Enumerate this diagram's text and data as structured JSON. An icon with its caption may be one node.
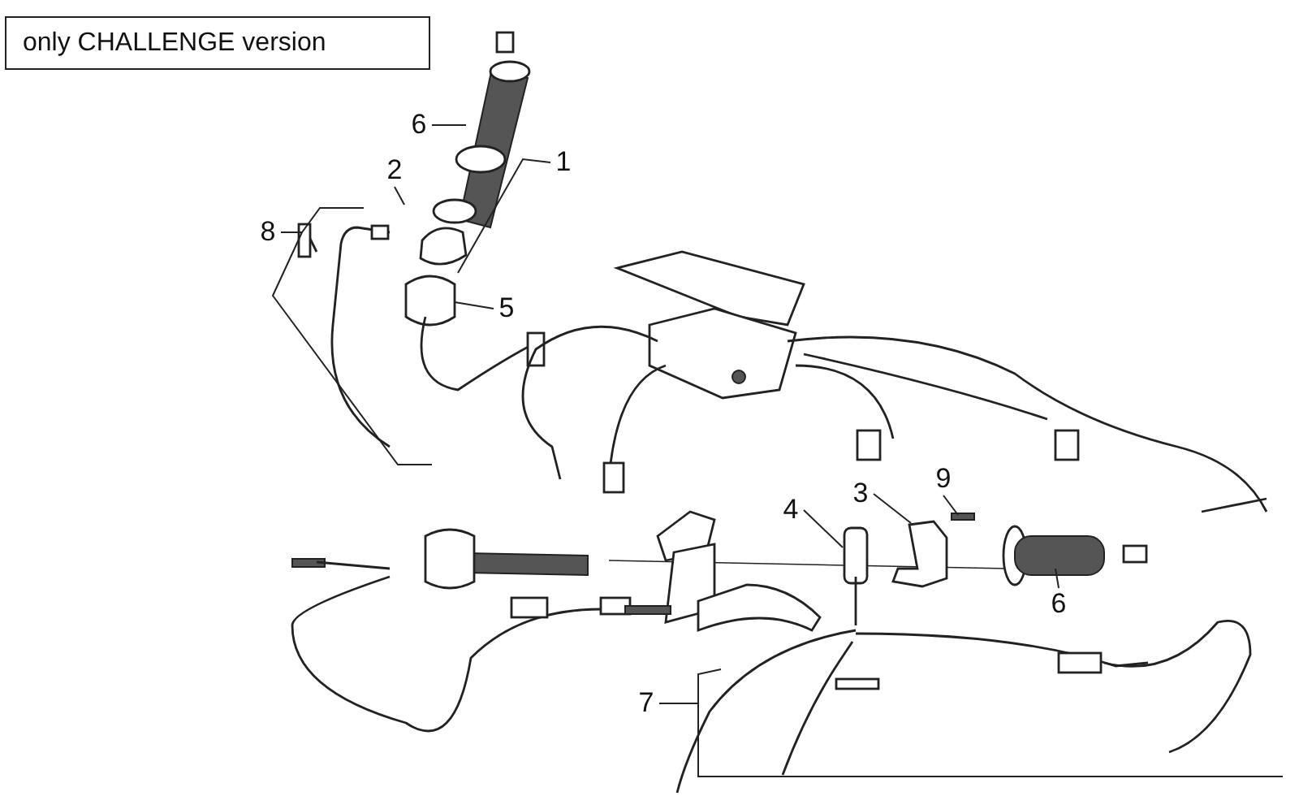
{
  "diagram": {
    "nodes": [
      {
        "text": [
          "only CHALLENGE version"
        ]
      },
      {
        "text": [
          "6"
        ]
      },
      {
        "text": [
          "1"
        ]
      },
      {
        "text": [
          "2"
        ]
      },
      {
        "text": [
          "8"
        ]
      },
      {
        "text": [
          "5"
        ]
      },
      {
        "text": [
          "9"
        ]
      },
      {
        "text": [
          "3"
        ]
      },
      {
        "text": [
          "4"
        ]
      },
      {
        "text": [
          "6"
        ]
      },
      {
        "text": [
          "7"
        ]
      }
    ],
    "edges": [
      {
        "from": 1,
        "to": null,
        "arrow": "none"
      },
      {
        "from": 2,
        "to": null,
        "arrow": "none"
      },
      {
        "from": 3,
        "to": null,
        "arrow": "none"
      },
      {
        "from": 4,
        "to": null,
        "arrow": "none"
      },
      {
        "from": 5,
        "to": null,
        "arrow": "none"
      },
      {
        "from": 6,
        "to": null,
        "arrow": "none"
      },
      {
        "from": 7,
        "to": null,
        "arrow": "none"
      },
      {
        "from": 8,
        "to": null,
        "arrow": "none"
      },
      {
        "from": 9,
        "to": null,
        "arrow": "none"
      },
      {
        "from": 10,
        "to": null,
        "arrow": "none"
      }
    ]
  }
}
